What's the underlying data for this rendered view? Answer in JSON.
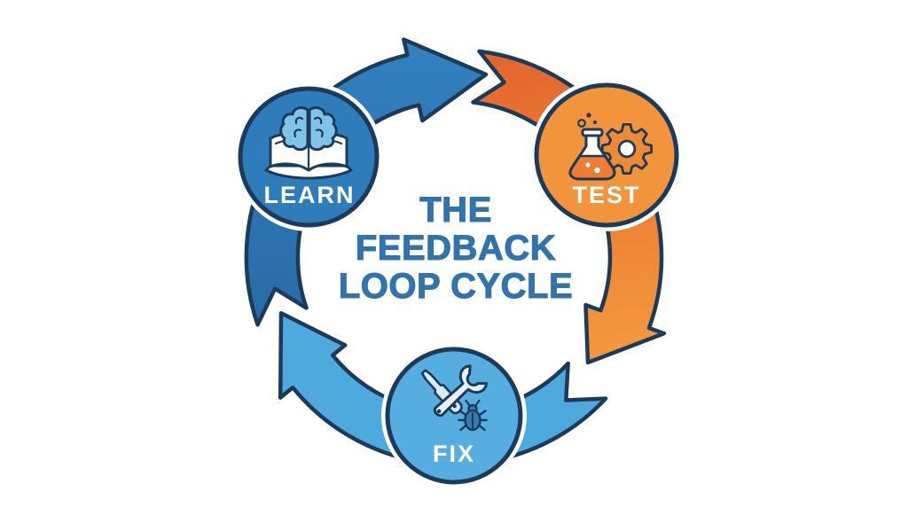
{
  "title": {
    "lines": [
      "THE",
      "FEEDBACK",
      "LOOP CYCLE"
    ],
    "full": "THE FEEDBACK LOOP CYCLE"
  },
  "nodes": [
    {
      "id": "learn",
      "label": "LEARN",
      "icon": "book-brain-icon"
    },
    {
      "id": "test",
      "label": "TEST",
      "icon": "flask-gear-icon"
    },
    {
      "id": "fix",
      "label": "FIX",
      "icon": "wrench-bug-icon"
    }
  ],
  "arrows": [
    {
      "from": "LEARN",
      "to": "TEST"
    },
    {
      "from": "TEST",
      "to": "FIX"
    },
    {
      "from": "FIX",
      "to": "LEARN"
    }
  ],
  "colors": {
    "background": "#ffffff",
    "outline": "#1c3a59",
    "title_text": "#3173ac",
    "label_text": "#ffffff",
    "node_learn": "#2e7cba",
    "node_test": "#f2943c",
    "node_fix": "#56ade0",
    "arrow_learn_test_top": "#3381c1",
    "arrow_learn_test_bottom": "#296aa5",
    "arrow_test_fix_start": "#e4652d",
    "arrow_test_fix_end": "#f49a3e",
    "arrow_fix_learn": "#4ea9dd",
    "brain_fill": "#7fc3e8",
    "book_fill": "#ffffff",
    "gear_fill": "#ee8a34",
    "flask_fill": "#ffffff",
    "liquid_fill": "#ee7c34",
    "wrench_fill": "#e4f1fb",
    "screwdriver_fill": "#d9ebf8",
    "bug_fill": "#3b7ab0"
  }
}
